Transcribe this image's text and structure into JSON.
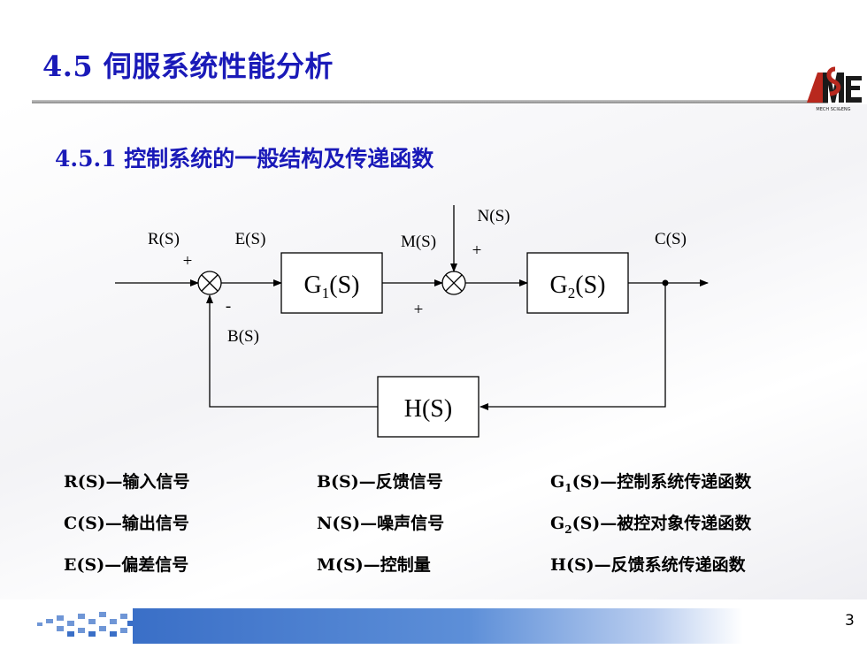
{
  "slide": {
    "title": "4.5   伺服系统性能分析",
    "subtitle": "4.5.1 控制系统的一般结构及传递函数",
    "page_number": "3",
    "logo_text": "MECH SCI&ENG",
    "accent_color": "#1a1ab8"
  },
  "diagram": {
    "nodes": {
      "g1": {
        "main": "G",
        "sub": "1",
        "tail": "(S)"
      },
      "g2": {
        "main": "G",
        "sub": "2",
        "tail": "(S)"
      },
      "h": "H(S)"
    },
    "signals": {
      "r": "R(S)",
      "e": "E(S)",
      "m": "M(S)",
      "n": "N(S)",
      "c": "C(S)",
      "b": "B(S)"
    },
    "signs": {
      "sum1_top": "+",
      "sum1_bottom": "-",
      "sum2_top": "+",
      "sum2_bottom": "+"
    }
  },
  "legend": [
    {
      "sym": "R(S)",
      "desc": "—输入信号"
    },
    {
      "sym": "B(S)",
      "desc": "—反馈信号"
    },
    {
      "sym": "G",
      "sub": "1",
      "tail": "(S)",
      "desc": "—控制系统传递函数"
    },
    {
      "sym": "C(S)",
      "desc": "—输出信号"
    },
    {
      "sym": "N(S)",
      "desc": "—噪声信号"
    },
    {
      "sym": "G",
      "sub": "2",
      "tail": "(S)",
      "desc": "—被控对象传递函数"
    },
    {
      "sym": "E(S)",
      "desc": "—偏差信号"
    },
    {
      "sym": "M(S)",
      "desc": "—控制量"
    },
    {
      "sym": "H(S)",
      "desc": "—反馈系统传递函数"
    }
  ]
}
